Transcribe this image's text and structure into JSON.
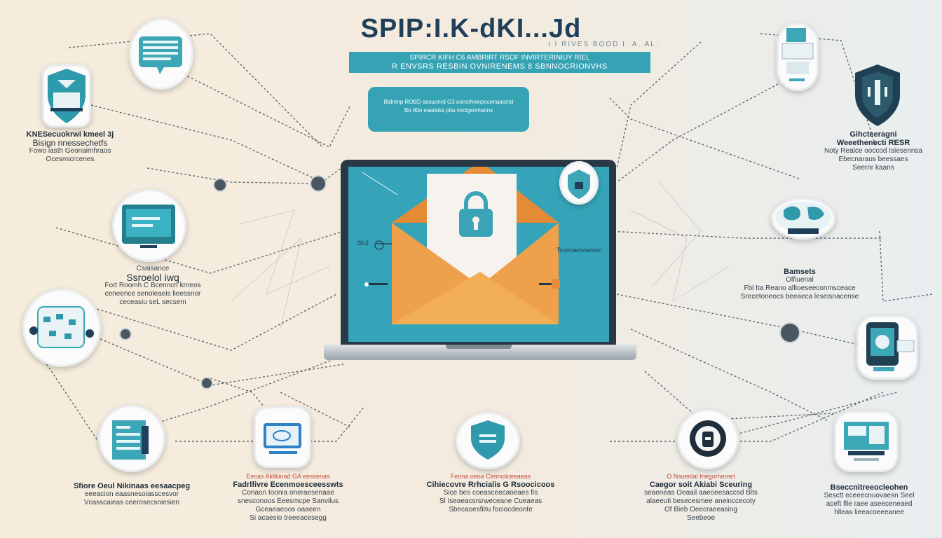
{
  "header": {
    "title": "SPIP:I.K-dKI...Jd",
    "subtitle": "I I RIVES BOOD  I. A. AL.",
    "banner_line1": "SPIRCR KIFH C6 AMBRIRT RSOF  INVIRTERINIUY RIEL",
    "banner_line2": "R ENVSRS RESBIN OVNIRENEMS 8 SBNNOCRIONVHS"
  },
  "notice": {
    "line1": "Bldrenp ROBD sesuonrd G3 ooncrhneq/ccenaaontd",
    "line2": "Bo 90o eaarsiss ptia voctgsnmanns"
  },
  "screen": {
    "left_tag": "Sh2",
    "right_tag": "Tconnacvoanioc"
  },
  "labels": {
    "top_left": {
      "heading": "KNESecuokrwi kmeel 3j",
      "line2": "Bisign nnessechetfs",
      "line3": "Fowo iasth Geonaimhraos",
      "line4": "Ocesmicrcenes"
    },
    "mid_left": {
      "heading1": "Csaisance",
      "heading2": "Ssroelol iwq",
      "line3": "Fort Roomh C Bcenncrl krneos",
      "line4": "ceneence senoleaeis lieessnor",
      "line5": "ceceasiu seL secsem"
    },
    "top_right": {
      "heading1": "Gihcteeragni",
      "heading2": "Weeethenecti RESR",
      "line3": "Noty Realce ooccod Isiesennsa",
      "line4": "Ebecnaraus beessaes",
      "line5": "Seernr kaans"
    },
    "mid_right": {
      "heading1": "Bamsets",
      "line2": "Olfiuenal",
      "line3": "Fbl Ita Reano alfioeseeconmsceace",
      "line4": "Srecetoneocs beeaeca leseisnacense"
    },
    "bottom_1": {
      "line1": "Sfiore Oeul Nikinaas eesaacpeg",
      "line2": "eeeacion eaasnesoiasscesvor",
      "line3": "Vcasscaieas ceerosecsniesien"
    },
    "bottom_2": {
      "red": "Eecas Aklikinad GA eessenas",
      "heading": "Fadrlfivre Ecenmoesceesswts",
      "line3": "Conaon Ioonia oneraesenaae",
      "line4": "snesconoos Eeesmcpe Sanvilus",
      "line5": "Gceaeaeoos oaaeen",
      "line6": "Si acaesio treeeacesegg"
    },
    "bottom_3": {
      "red": "Feona oeoa Cennciiceeaeas",
      "heading": "Cihiecovre Rrhcialis G  Rsoocicoos",
      "line3": "Sice bes coeasceecaoeaes  fis",
      "line4": "Sl Iseaeacsrsrweceane Cueaeas",
      "line5": "Sbecaoesfiitu fociocdeonte"
    },
    "bottom_4": {
      "red": "O Nsuenlal tnegorhemet",
      "heading": "Caegor soit  Akiabi Sceuring",
      "line3": "seaeneas Oeaail aaeoeesaccsd Blts",
      "line4": "alaeeuti besecesmee aneinccecoty",
      "line5": "Of Bieb Oeecraeeasing",
      "line6": "Seebeoe"
    },
    "bottom_5": {
      "heading": "Bseccnitreeocleohen",
      "line2": "Sesctt eceeecnuovaesn Seel",
      "line3": "aceft flle raee aseeceneaed",
      "line4": "hlleas lieeacoeeeanee"
    }
  },
  "palette": {
    "teal": "#35a3b4",
    "navy": "#1f3f5a",
    "envelope": "#f0a84a",
    "background": "#f6ecdc"
  },
  "icons": [
    "chat-icon",
    "shield-laptop-icon",
    "shield-icon",
    "document-icon",
    "monitor-icon",
    "network-icon",
    "lock-icon",
    "security-badge-icon",
    "world-map-icon",
    "locked-device-icon",
    "email-settings-icon",
    "padlock-icon"
  ]
}
